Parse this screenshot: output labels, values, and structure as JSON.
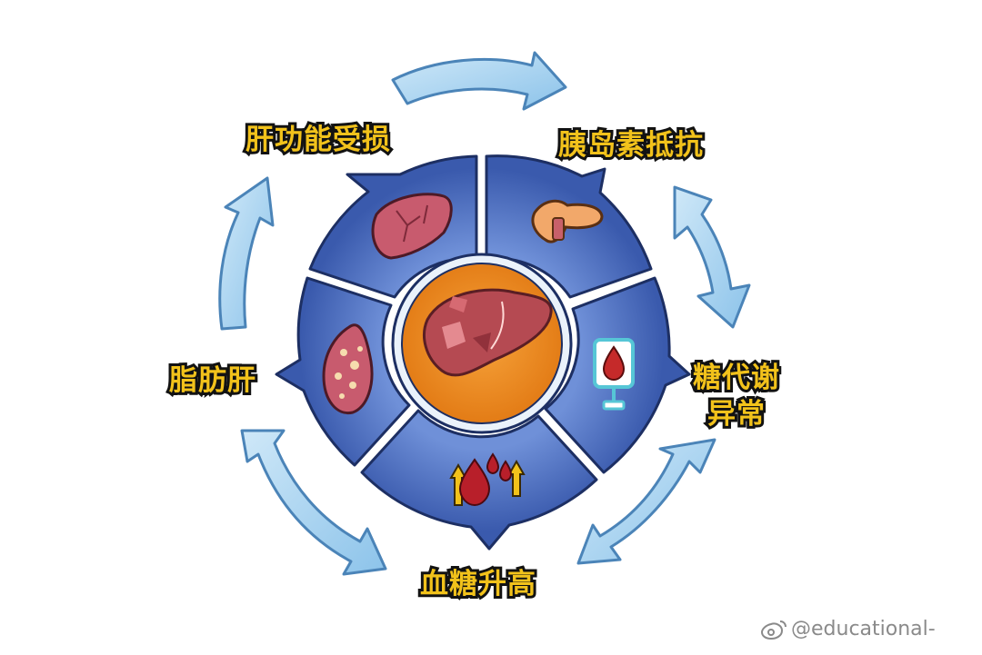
{
  "cycle": {
    "stages": [
      {
        "id": "liver-damage",
        "label": "肝功能受损",
        "icon": "damaged-liver-icon"
      },
      {
        "id": "insulin-resistance",
        "label": "胰岛素抵抗",
        "icon": "pancreas-icon"
      },
      {
        "id": "metabolic-disorder",
        "label": "糖代谢\n异常",
        "icon": "glucose-meter-icon"
      },
      {
        "id": "high-blood-sugar",
        "label": "血糖升高",
        "icon": "blood-drops-rising-icon"
      },
      {
        "id": "fatty-liver",
        "label": "脂肪肝",
        "icon": "fatty-liver-icon"
      }
    ],
    "center_icon": "liver-icon"
  },
  "watermark": {
    "text": "@educational-",
    "icon": "weibo-icon"
  },
  "colors": {
    "ring_blue": "#3f63b4",
    "ring_light": "#6c8dd6",
    "center_orange": "#f08a24",
    "liver_red": "#b54a52",
    "arrow_blue": "#a9d4ef",
    "label_yellow": "#f2c21b"
  }
}
